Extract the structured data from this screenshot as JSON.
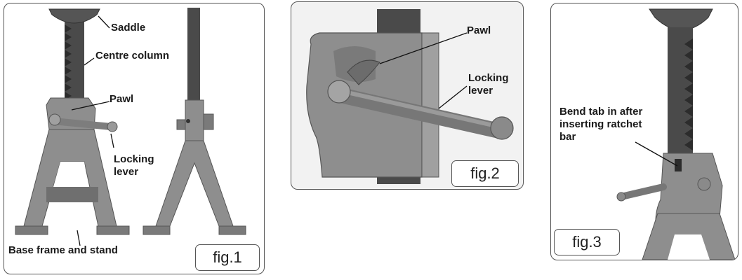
{
  "fig1": {
    "caption": "fig.1",
    "labels": {
      "saddle": "Saddle",
      "centre_column": "Centre column",
      "pawl": "Pawl",
      "locking_lever": "Locking\nlever",
      "base": "Base frame and stand"
    }
  },
  "fig2": {
    "caption": "fig.2",
    "labels": {
      "pawl": "Pawl",
      "locking_lever": "Locking\nlever"
    }
  },
  "fig3": {
    "caption": "fig.3",
    "labels": {
      "bend_tab": "Bend tab in after\ninserting ratchet\nbar"
    }
  },
  "colors": {
    "metal": "#8e8e8e",
    "metal_dark": "#5c5c5c",
    "metal_light": "#bdbdbd",
    "ratchet": "#3a3a3a"
  }
}
